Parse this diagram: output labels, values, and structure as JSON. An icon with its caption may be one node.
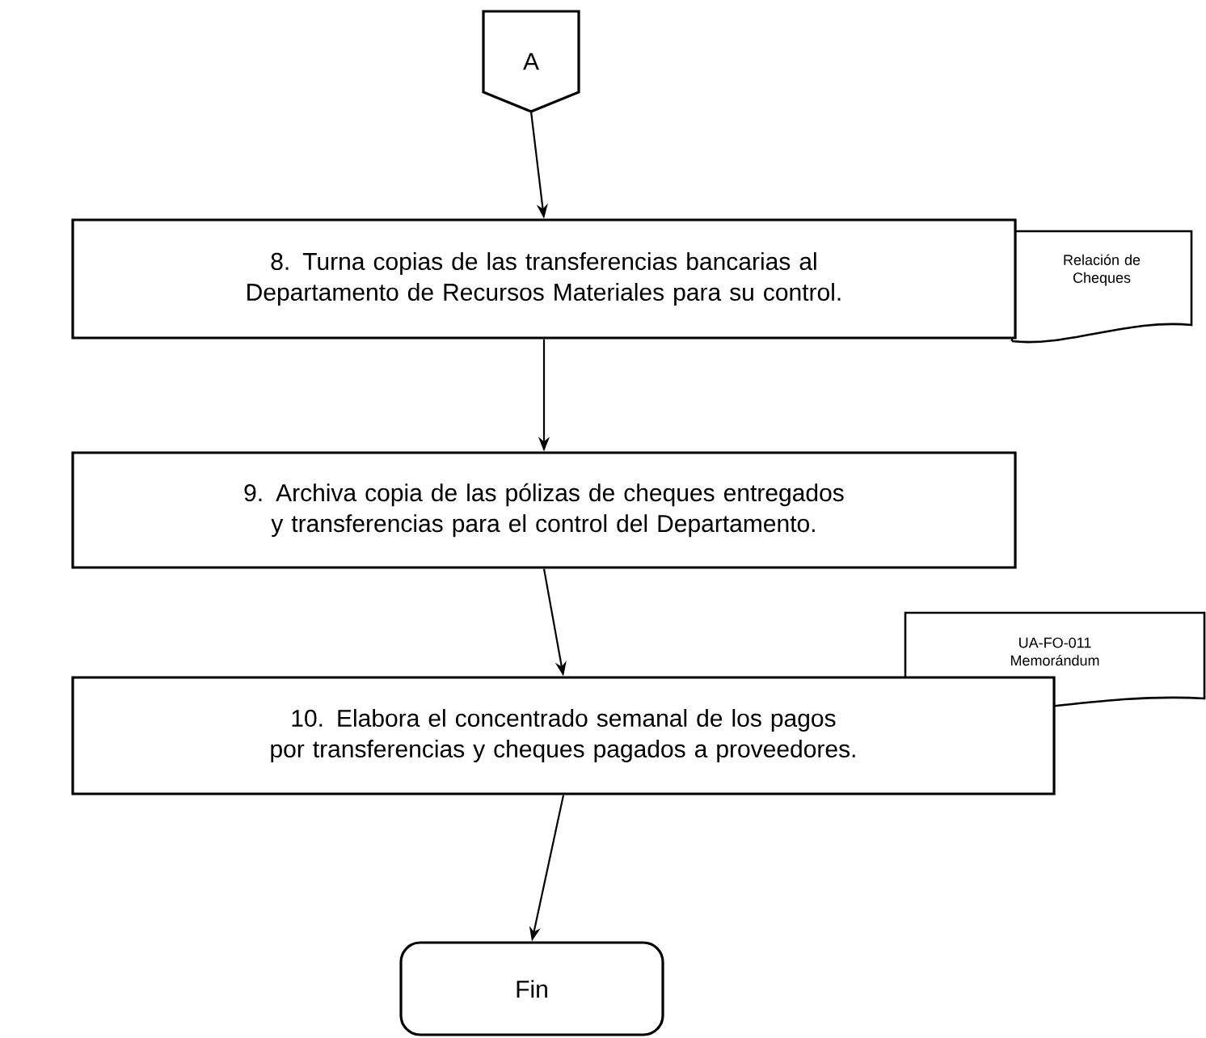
{
  "diagram": {
    "nodes": [
      {
        "text": [
          "A"
        ]
      },
      {
        "text": [
          "8. Turna copias de las transferencias bancarias al Departamento de Recursos Materiales para su control."
        ]
      },
      {
        "text": [
          "Relación de Cheques"
        ]
      },
      {
        "text": [
          "9. Archiva copia de las pólizas de cheques entregados y transferencias para el control del Departamento."
        ]
      },
      {
        "text": [
          "UA-FO-011 Memorándum"
        ]
      },
      {
        "text": [
          "10. Elabora el concentrado semanal de los pagos por transferencias y cheques pagados a proveedores."
        ]
      },
      {
        "text": [
          "Fin"
        ]
      }
    ],
    "edges": [
      {
        "from": 0,
        "to": 1,
        "arrow": "to"
      },
      {
        "from": 1,
        "to": 3,
        "arrow": "to"
      },
      {
        "from": 3,
        "to": 5,
        "arrow": "to"
      },
      {
        "from": 5,
        "to": 6,
        "arrow": "to"
      }
    ]
  }
}
